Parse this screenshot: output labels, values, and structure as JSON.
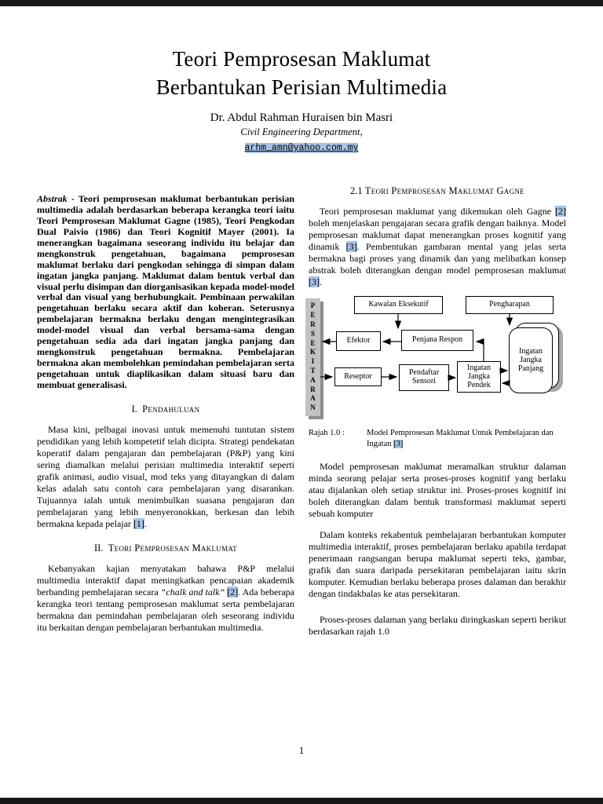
{
  "page": {
    "number": "1"
  },
  "header": {
    "title_line1": "Teori Pemprosesan Maklumat",
    "title_line2": "Berbantukan Perisian Multimedia",
    "author": "Dr. Abdul Rahman Huraisen bin Masri",
    "affiliation": "Civil Engineering Department,",
    "email": "arhm_amn@yahoo.com.my"
  },
  "left": {
    "abstract_label": "Abstrak",
    "abstract_text": " - Teori pemprosesan maklumat berbantukan perisian multimedia adalah berdasarkan beberapa kerangka teori iaitu Teori Pemprosesan Maklumat Gagne (1985), Teori Pengkodan Dual Paivio (1986) dan Teori Kognitif Mayer (2001). Ia menerangkan bagaimana seseorang individu itu belajar dan mengkonstruk pengetahuan, bagaimana pemprosesan maklumat berlaku dari pengkodan sehingga di simpan dalam ingatan jangka panjang. Maklumat dalam bentuk verbal dan visual perlu disimpan dan diorganisasikan kepada model-model verbal dan visual yang berhubungkait. Pembinaan perwakilan pengetahuan berlaku secara aktif dan koheran. Seterusnya pembelajaran bermakna berlaku dengan mengintegrasikan model-model visual dan verbal bersama-sama dengan pengetahuan sedia ada dari ingatan jangka panjang dan mengkonstruk pengetahuan bermakna. Pembelajaran bermakna akan membolehkan pemindahan pembelajaran serta pengetahuan untuk diaplikasikan dalam situasi baru dan membuat generalisasi.",
    "sec1": {
      "num": "I.",
      "title": "Pendahuluan"
    },
    "p1": {
      "segments": [
        "Masa kini,  pelbagai inovasi untuk memenuhi tuntutan sistem pendidikan yang lebih kompetetif telah dicipta. Strategi pendekatan koperatif  dalam pengajaran dan pembelajaran (P&P)    yang kini sering diamalkan melalui perisian multimedia interaktif seperti  grafik animasi, audio visual, mod teks yang ditayangkan  di dalam kelas adalah satu contoh cara pembelajaran yang disarankan. Tujuannya ialah untuk menimbulkan suasana pengajaran dan pembelajaran yang lebih menyeronokkan, berkesan dan lebih bermakna kepada pelajar ",
        "[1]",
        "."
      ]
    },
    "sec2": {
      "num": "II.",
      "title": "Teori Pemprosesan Maklumat"
    },
    "p2": {
      "segments": [
        "Kebanyakan kajian menyatakan bahawa P&P melalui multimedia interaktif dapat meningkatkan pencapaian akademik berbanding pembelajaran secara ",
        "“chalk and talk”",
        " ",
        "[2]",
        ". Ada beberapa kerangka teori tentang pemprosesan maklumat serta pembelajaran bermakna dan pemindahan pembelajaran oleh seseorang individu itu berkaitan dengan pembelajaran berbantukan multimedia."
      ]
    }
  },
  "right": {
    "sec21": {
      "num": "2.1",
      "title": "Teori Pemprosesan Maklumat Gagne"
    },
    "p1": {
      "segments": [
        "Teori pemprosesan maklumat yang dikemukan oleh Gagne ",
        "[2]",
        " boleh menjelaskan pengajaran secara grafik dengan baiknya. Model pemprosesan maklumat dapat menerangkan proses kognitif yang dinamik ",
        "[3]",
        ". Pembentukan gambaran mental yang jelas serta bermakna bagi proses yang dinamik dan yang melibatkan konsep abstrak boleh diterangkan dengan model pemprosesan maklumat ",
        "[3]",
        "."
      ]
    },
    "figure": {
      "letters": [
        "P",
        "E",
        "R",
        "S",
        "E",
        "K",
        "I",
        "T",
        "A",
        "R",
        "A",
        "N"
      ],
      "boxes": {
        "kawalan": "Kawalan Eksekutif",
        "pengharapan": "Pengharapan",
        "efektor": "Efektor",
        "penjana": "Penjana Respon",
        "reseptor": "Reseptor",
        "pendaftar": "Pendaftar Sensori",
        "pendek": "Ingatan Jangka Pendek",
        "panjang": "Ingatan Jangka Panjang"
      },
      "caption_label": "Rajah 1.0  :",
      "caption_text": "Model Pemprosesan Maklumat Untuk  Pembelajaran dan Ingatan ",
      "caption_cite": "[3]"
    },
    "p2": "Model pemprosesan maklumat meramalkan struktur dalaman minda seorang pelajar serta proses-proses  kognitif yang berlaku atau dijalankan oleh setiap struktur ini. Proses-proses kognitif ini boleh diterangkan dalam bentuk transformasi maklumat seperti sebuah komputer",
    "p3": "Dalam konteks rekabentuk pembelajaran berbantukan komputer multimedia interaktif, proses pembelajaran berlaku apabila terdapat penerimaan rangsangan berupa maklumat seperti teks, gambar, grafik dan suara daripada persekitaran pembelajaran iaitu skrin komputer. Kemudian berlaku beberapa proses dalaman dan berakhir dengan tindakbalas ke atas persekitaran.",
    "p4": "Proses-proses dalaman yang berlaku diringkaskan seperti berikut berdasarkan rajah 1.0"
  }
}
